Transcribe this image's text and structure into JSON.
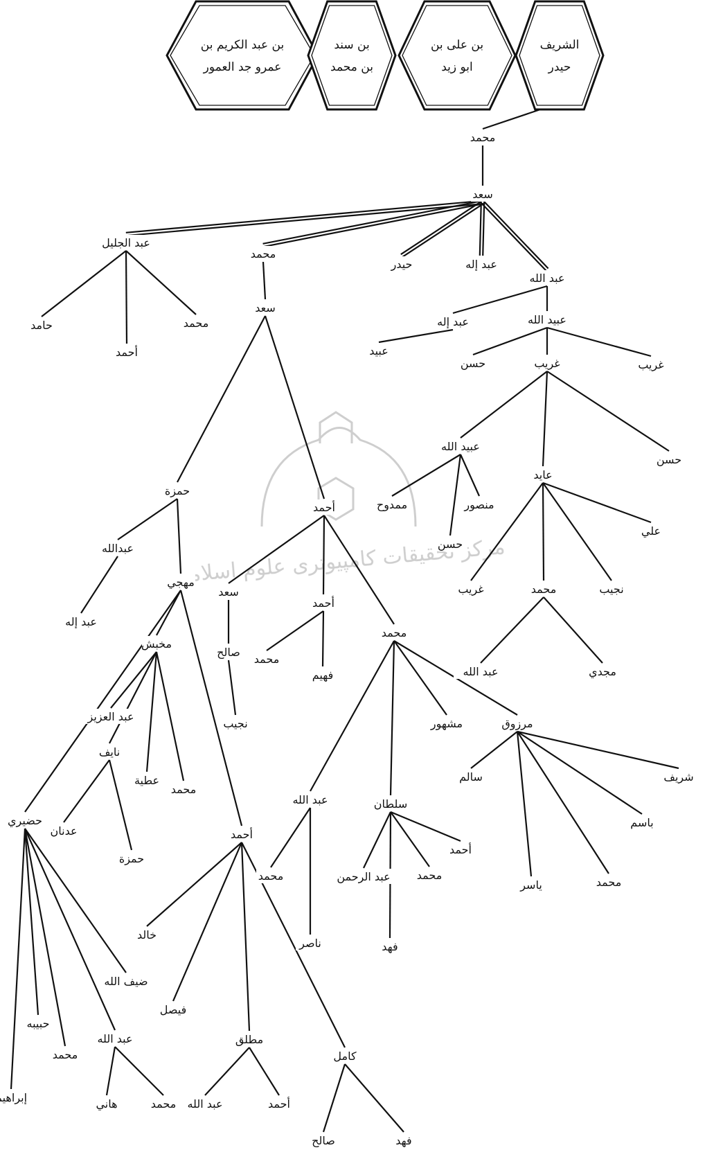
{
  "header": {
    "hexagons": [
      {
        "id": "h1",
        "lines": [
          "بن عبد الكريم بن",
          "عمرو جد العمور"
        ]
      },
      {
        "id": "h2",
        "lines": [
          "بن سند",
          "بن محمد"
        ]
      },
      {
        "id": "h3",
        "lines": [
          "بن على بن",
          "ابو زيد"
        ]
      },
      {
        "id": "h4",
        "lines": [
          "الشريف",
          "حيدر"
        ]
      }
    ]
  },
  "nodes": [
    {
      "id": "muhammad_top",
      "label": "محمد"
    },
    {
      "id": "saad_top",
      "label": "سعد"
    },
    {
      "id": "abduljalil",
      "label": "عبد الجليل"
    },
    {
      "id": "muhammad_b",
      "label": "محمد"
    },
    {
      "id": "haydar",
      "label": "حيدر"
    },
    {
      "id": "abdilah_a",
      "label": "عبد إله"
    },
    {
      "id": "abdullah_a",
      "label": "عبد الله"
    },
    {
      "id": "hamid",
      "label": "حامد"
    },
    {
      "id": "ahmad_a",
      "label": "أحمد"
    },
    {
      "id": "muhammad_c",
      "label": "محمد"
    },
    {
      "id": "saad_b",
      "label": "سعد"
    },
    {
      "id": "abdilah_b",
      "label": "عبد إله"
    },
    {
      "id": "ubaydallah",
      "label": "عبيد الله"
    },
    {
      "id": "ubayd",
      "label": "عبيد"
    },
    {
      "id": "hasan_a",
      "label": "حسن"
    },
    {
      "id": "ghurayb_a",
      "label": "غريب"
    },
    {
      "id": "ghurayb_b",
      "label": "غريب"
    },
    {
      "id": "ubaydallah_b",
      "label": "عبيد الله"
    },
    {
      "id": "hasan_b",
      "label": "حسن"
    },
    {
      "id": "hamza_a",
      "label": "حمزة"
    },
    {
      "id": "ahmad_b",
      "label": "أحمد"
    },
    {
      "id": "mamduh",
      "label": "ممدوح"
    },
    {
      "id": "mansur",
      "label": "منصور"
    },
    {
      "id": "hasan_c",
      "label": "حسن"
    },
    {
      "id": "ayid",
      "label": "عايد"
    },
    {
      "id": "ali",
      "label": "علي"
    },
    {
      "id": "abdallah_b",
      "label": "عبدالله"
    },
    {
      "id": "muhji",
      "label": "مهجي"
    },
    {
      "id": "abdilah_c",
      "label": "عبد إله"
    },
    {
      "id": "saad_c",
      "label": "سعد"
    },
    {
      "id": "ahmad_c",
      "label": "أحمد"
    },
    {
      "id": "gharib_c",
      "label": "غريب"
    },
    {
      "id": "muhammad_d",
      "label": "محمد"
    },
    {
      "id": "najib_a",
      "label": "نجيب"
    },
    {
      "id": "muhammad_e",
      "label": "محمد"
    },
    {
      "id": "muhammad_f",
      "label": "محمد"
    },
    {
      "id": "fahim",
      "label": "فهيم"
    },
    {
      "id": "salih_a",
      "label": "صالح"
    },
    {
      "id": "abdullah_c",
      "label": "عبد الله"
    },
    {
      "id": "majdi",
      "label": "مجدي"
    },
    {
      "id": "mukhabbish",
      "label": "مخبش"
    },
    {
      "id": "najib_b",
      "label": "نجيب"
    },
    {
      "id": "mashhur",
      "label": "مشهور"
    },
    {
      "id": "marzuq",
      "label": "مرزوق"
    },
    {
      "id": "abdulaziz",
      "label": "عبد العزيز"
    },
    {
      "id": "nayif",
      "label": "نايف"
    },
    {
      "id": "atiyya",
      "label": "عطية"
    },
    {
      "id": "muhammad_g",
      "label": "محمد"
    },
    {
      "id": "abdullah_d",
      "label": "عبد الله"
    },
    {
      "id": "sultan",
      "label": "سلطان"
    },
    {
      "id": "salim",
      "label": "سالم"
    },
    {
      "id": "sharif",
      "label": "شريف"
    },
    {
      "id": "basim",
      "label": "باسم"
    },
    {
      "id": "hudayri",
      "label": "حضيري"
    },
    {
      "id": "adnan",
      "label": "عدنان"
    },
    {
      "id": "hamza_b",
      "label": "حمزة"
    },
    {
      "id": "ahmad_d",
      "label": "أحمد"
    },
    {
      "id": "muhammad_h",
      "label": "محمد"
    },
    {
      "id": "abdurrahman",
      "label": "عبد الرحمن"
    },
    {
      "id": "muhammad_i",
      "label": "محمد"
    },
    {
      "id": "ahmad_e",
      "label": "أحمد"
    },
    {
      "id": "yasir",
      "label": "ياسر"
    },
    {
      "id": "muhammad_j",
      "label": "محمد"
    },
    {
      "id": "khalid",
      "label": "خالد"
    },
    {
      "id": "nasir",
      "label": "ناصر"
    },
    {
      "id": "fahd_a",
      "label": "فهد"
    },
    {
      "id": "dayfallah",
      "label": "ضيف الله"
    },
    {
      "id": "faysal",
      "label": "فيصل"
    },
    {
      "id": "habib",
      "label": "حبيبه"
    },
    {
      "id": "muhammad_k",
      "label": "محمد"
    },
    {
      "id": "abdullah_e",
      "label": "عبد الله"
    },
    {
      "id": "mutlaq",
      "label": "مطلق"
    },
    {
      "id": "kamil",
      "label": "كامل"
    },
    {
      "id": "ibrahim",
      "label": "إبراهيم"
    },
    {
      "id": "hani",
      "label": "هاني"
    },
    {
      "id": "muhammad_l",
      "label": "محمد"
    },
    {
      "id": "abdullah_f",
      "label": "عبد الله"
    },
    {
      "id": "ahmad_f",
      "label": "أحمد"
    },
    {
      "id": "salih_b",
      "label": "صالح"
    },
    {
      "id": "fahd_b",
      "label": "فهد"
    }
  ],
  "edges": [
    [
      "h4",
      "muhammad_top"
    ],
    [
      "muhammad_top",
      "saad_top"
    ],
    [
      "saad_top",
      "abduljalil"
    ],
    [
      "saad_top",
      "muhammad_b"
    ],
    [
      "saad_top",
      "haydar"
    ],
    [
      "saad_top",
      "abdilah_a"
    ],
    [
      "saad_top",
      "abdullah_a"
    ],
    [
      "abduljalil",
      "hamid"
    ],
    [
      "abduljalil",
      "ahmad_a"
    ],
    [
      "abduljalil",
      "muhammad_c"
    ],
    [
      "muhammad_b",
      "saad_b"
    ],
    [
      "abdullah_a",
      "abdilah_b"
    ],
    [
      "abdullah_a",
      "ubaydallah"
    ],
    [
      "abdilah_b",
      "ubayd"
    ],
    [
      "ubaydallah",
      "hasan_a"
    ],
    [
      "ubaydallah",
      "ghurayb_a"
    ],
    [
      "ubaydallah",
      "ghurayb_b"
    ],
    [
      "ghurayb_a",
      "ubaydallah_b"
    ],
    [
      "ghurayb_a",
      "hasan_b"
    ],
    [
      "ghurayb_a",
      "ayid"
    ],
    [
      "saad_b",
      "hamza_a"
    ],
    [
      "saad_b",
      "ahmad_b"
    ],
    [
      "ubaydallah_b",
      "mamduh"
    ],
    [
      "ubaydallah_b",
      "hasan_c"
    ],
    [
      "ubaydallah_b",
      "mansur"
    ],
    [
      "ayid",
      "gharib_c"
    ],
    [
      "ayid",
      "muhammad_d"
    ],
    [
      "ayid",
      "najib_a"
    ],
    [
      "ayid",
      "ali"
    ],
    [
      "hamza_a",
      "abdallah_b"
    ],
    [
      "hamza_a",
      "muhji"
    ],
    [
      "abdallah_b",
      "abdilah_c"
    ],
    [
      "ahmad_b",
      "saad_c"
    ],
    [
      "ahmad_b",
      "ahmad_c"
    ],
    [
      "ahmad_b",
      "muhammad_f"
    ],
    [
      "ahmad_c",
      "muhammad_e"
    ],
    [
      "ahmad_c",
      "fahim"
    ],
    [
      "saad_c",
      "salih_a"
    ],
    [
      "salih_a",
      "najib_b"
    ],
    [
      "muhammad_d",
      "abdullah_c"
    ],
    [
      "muhammad_d",
      "majdi"
    ],
    [
      "muhji",
      "hudayri"
    ],
    [
      "muhji",
      "mukhabbish"
    ],
    [
      "muhji",
      "ahmad_d"
    ],
    [
      "mukhabbish",
      "abdulaziz"
    ],
    [
      "mukhabbish",
      "nayif"
    ],
    [
      "mukhabbish",
      "atiyya"
    ],
    [
      "mukhabbish",
      "muhammad_g"
    ],
    [
      "nayif",
      "adnan"
    ],
    [
      "nayif",
      "hamza_b"
    ],
    [
      "muhammad_f",
      "abdullah_d"
    ],
    [
      "muhammad_f",
      "sultan"
    ],
    [
      "muhammad_f",
      "mashhur"
    ],
    [
      "muhammad_f",
      "marzuq"
    ],
    [
      "abdullah_d",
      "muhammad_h"
    ],
    [
      "abdullah_d",
      "nasir"
    ],
    [
      "sultan",
      "abdurrahman"
    ],
    [
      "sultan",
      "fahd_a"
    ],
    [
      "sultan",
      "muhammad_i"
    ],
    [
      "sultan",
      "ahmad_e"
    ],
    [
      "marzuq",
      "salim"
    ],
    [
      "marzuq",
      "yasir"
    ],
    [
      "marzuq",
      "muhammad_j"
    ],
    [
      "marzuq",
      "basim"
    ],
    [
      "marzuq",
      "sharif"
    ],
    [
      "hudayri",
      "ibrahim"
    ],
    [
      "hudayri",
      "habib"
    ],
    [
      "hudayri",
      "muhammad_k"
    ],
    [
      "hudayri",
      "abdullah_e"
    ],
    [
      "hudayri",
      "dayfallah"
    ],
    [
      "ahmad_d",
      "khalid"
    ],
    [
      "ahmad_d",
      "faysal"
    ],
    [
      "ahmad_d",
      "mutlaq"
    ],
    [
      "ahmad_d",
      "kamil"
    ],
    [
      "abdullah_e",
      "hani"
    ],
    [
      "abdullah_e",
      "muhammad_l"
    ],
    [
      "mutlaq",
      "abdullah_f"
    ],
    [
      "mutlaq",
      "ahmad_f"
    ],
    [
      "kamil",
      "salih_b"
    ],
    [
      "kamil",
      "fahd_b"
    ]
  ],
  "double_edges": [
    [
      "saad_top",
      "abduljalil"
    ],
    [
      "saad_top",
      "muhammad_b"
    ],
    [
      "saad_top",
      "haydar"
    ],
    [
      "saad_top",
      "abdilah_a"
    ],
    [
      "saad_top",
      "abdullah_a"
    ]
  ],
  "watermark": {
    "text": "مرکز تحقیقات کامپیوتری علوم اسلامی"
  }
}
